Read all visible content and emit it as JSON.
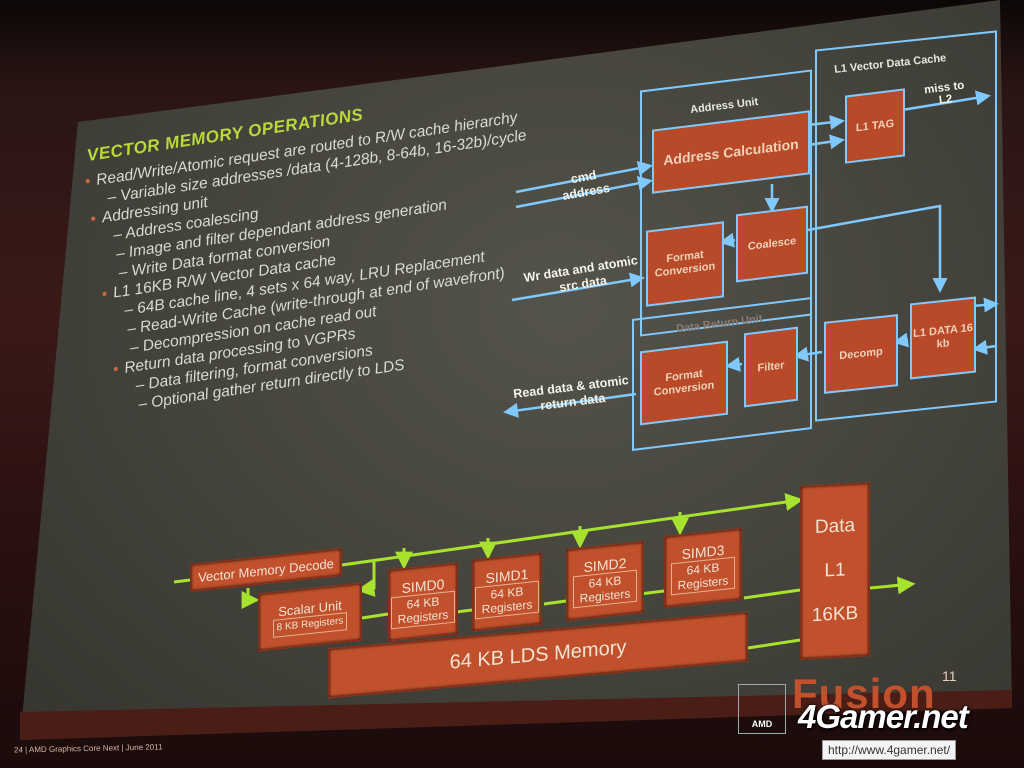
{
  "slide": {
    "title": "VECTOR MEMORY OPERATIONS",
    "lines": [
      {
        "level": 1,
        "text": "Read/Write/Atomic request are routed to R/W cache hierarchy"
      },
      {
        "level": 2,
        "text": "Variable size addresses /data (4-128b, 8-64b, 16-32b)/cycle"
      },
      {
        "level": 1,
        "text": "Addressing unit"
      },
      {
        "level": 2,
        "text": "Address coalescing"
      },
      {
        "level": 2,
        "text": "Image and filter dependant address generation"
      },
      {
        "level": 2,
        "text": "Write Data format conversion"
      },
      {
        "level": 1,
        "text": "L1 16KB R/W Vector Data cache"
      },
      {
        "level": 2,
        "text": "64B cache line, 4 sets x 64 way, LRU Replacement"
      },
      {
        "level": 2,
        "text": "Read-Write Cache (write-through at end of wavefront)"
      },
      {
        "level": 2,
        "text": "Decompression on cache read out"
      },
      {
        "level": 1,
        "text": "Return data processing  to VGPRs"
      },
      {
        "level": 2,
        "text": "Data filtering, format conversions"
      },
      {
        "level": 2,
        "text": "Optional gather return directly to LDS"
      }
    ]
  },
  "diagram": {
    "address_unit_label": "Address Unit",
    "l1_cache_label": "L1 Vector Data Cache",
    "data_return_label": "Data Return Unit",
    "address_calc": "Address Calculation",
    "format_conv_top": "Format Conversion",
    "coalesce": "Coalesce",
    "l1_tag": "L1 TAG",
    "miss_to_l2": "miss to L2",
    "l1_data": "L1 DATA 16 kb",
    "decomp": "Decomp",
    "filter": "Filter",
    "format_conv_bottom": "Format Conversion",
    "cmd_address": "cmd address",
    "wr_data": "Wr data and atomic src data",
    "read_data": "Read data & atomic return data"
  },
  "cu": {
    "vector_memory_decode": "Vector Memory Decode",
    "scalar_unit": "Scalar Unit",
    "scalar_regs": "8 KB Registers",
    "simds": [
      {
        "name": "SIMD0",
        "regs": "64 KB Registers"
      },
      {
        "name": "SIMD1",
        "regs": "64 KB Registers"
      },
      {
        "name": "SIMD2",
        "regs": "64 KB Registers"
      },
      {
        "name": "SIMD3",
        "regs": "64 KB Registers"
      }
    ],
    "lds": "64 KB LDS Memory",
    "data_l1": [
      "Data",
      "L1",
      "16KB"
    ]
  },
  "branding": {
    "product": "Fusion",
    "product_super": "11",
    "amd": "AMD",
    "footer": "24  |  AMD Graphics Core Next  |  June 2011",
    "watermark": "4Gamer.net",
    "watermark_url": "http://www.4gamer.net/"
  },
  "colors": {
    "title": "#b9d93a",
    "arrow_green": "#a6e22e",
    "arrow_blue": "#7fc9ff",
    "box_orange": "#c0512c"
  }
}
